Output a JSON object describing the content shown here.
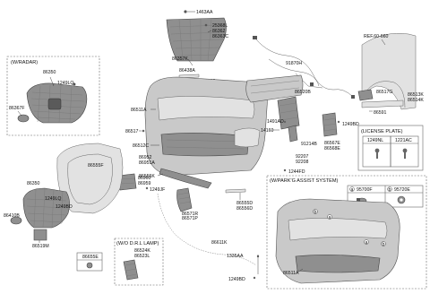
{
  "labels": {
    "l1463AA": "1463AA",
    "l25368L": "25368L",
    "l86362": "86362",
    "l86363C": "86363C",
    "l86357K": "86357K",
    "l86438A": "86438A",
    "l86438": "86438",
    "l91870H": "91870H",
    "l86520B": "86520B",
    "l86511A_top": "86511A",
    "l1491AD": "1491AD",
    "l14160": "14160",
    "l86512C": "86512C",
    "l86517": "86517",
    "l86952": "86952",
    "l86951A": "86951A",
    "l86555K": "86555K",
    "l86960": "86960",
    "l86959": "86959",
    "l1249JF": "1249JF",
    "l86571R": "86571R",
    "l86571P": "86571P",
    "l86555D": "86555D",
    "l86556D": "86556D",
    "l91214B": "91214B",
    "l92207": "92207",
    "l92208": "92208",
    "l86567E": "86567E",
    "l86568E": "86568E",
    "l1249BD_mid": "1249BD",
    "l1244FD": "1244FD",
    "lREF": "REF.60-660",
    "l86517G": "86517G",
    "l86513K": "86513K",
    "l86514K": "86514K",
    "l86591": "86591",
    "l86350_top": "86350",
    "l1249LQ_top": "1249LQ",
    "l86367F": "86367F",
    "l86555F": "86555F",
    "l86350_bot": "86350",
    "l1249LQ_bot": "1249LQ",
    "l1249BD_bot": "1249BD",
    "l86410B": "86410B",
    "l86519M": "86519M",
    "l86655E": "86655E",
    "l86524K": "86524K",
    "l86523L": "86523L",
    "l86611K": "86611K",
    "l1335AA": "1335AA",
    "l1249BD_low": "1249BD",
    "l86511A_box": "86511A",
    "l1249NL": "1249NL",
    "l1221AC": "1221AC",
    "l95700F": "95700F",
    "l95720E": "95720E",
    "circle_a": "a",
    "circle_b": "b"
  },
  "headers": {
    "wradar": "(W/RADAR)",
    "license": "(LICENSE PLATE)",
    "parkg": "(W/PARK'G ASSIST SYSTEM)",
    "drl": "(W/O D.R.L LAMP)"
  }
}
